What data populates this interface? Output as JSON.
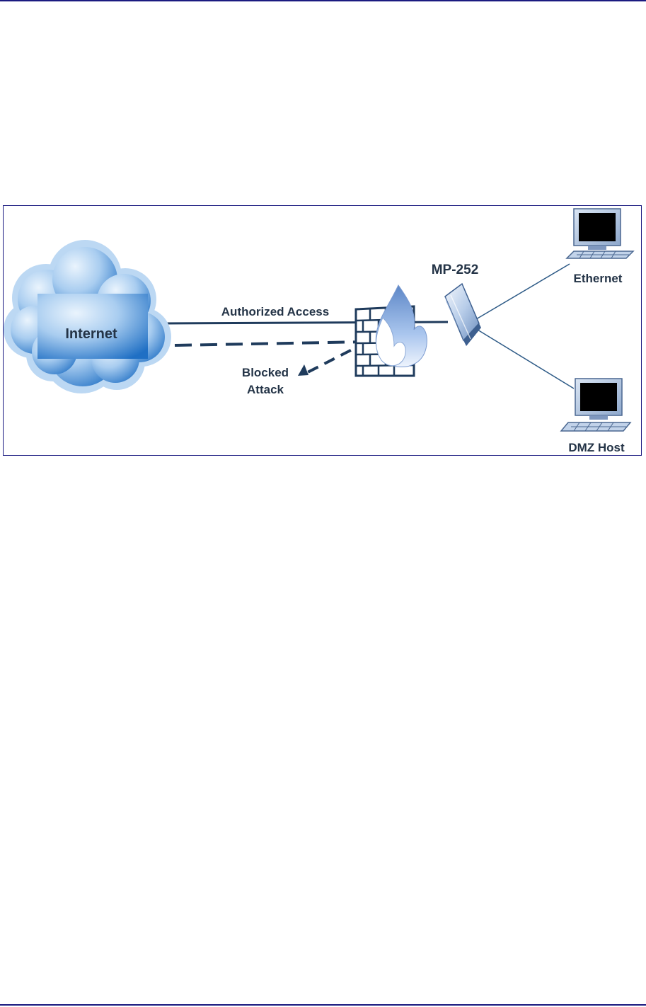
{
  "colors": {
    "rule": "#1a1a80",
    "frame": "#1a1a80",
    "link": "#1f3b5c",
    "cloud_light": "#cfe4f7",
    "cloud_dark": "#1f6fc4"
  },
  "diagram": {
    "nodes": {
      "internet": {
        "label": "Internet",
        "icon": "cloud-icon"
      },
      "firewall": {
        "icon": "firewall-icon"
      },
      "device": {
        "label": "MP-252",
        "icon": "router-icon"
      },
      "ethernet_pc": {
        "label": "Ethernet",
        "icon": "computer-icon"
      },
      "dmz_pc": {
        "label": "DMZ Host",
        "icon": "computer-icon"
      }
    },
    "links": {
      "authorized": {
        "label": "Authorized Access"
      },
      "blocked": {
        "label_line1": "Blocked",
        "label_line2": "Attack"
      }
    }
  }
}
